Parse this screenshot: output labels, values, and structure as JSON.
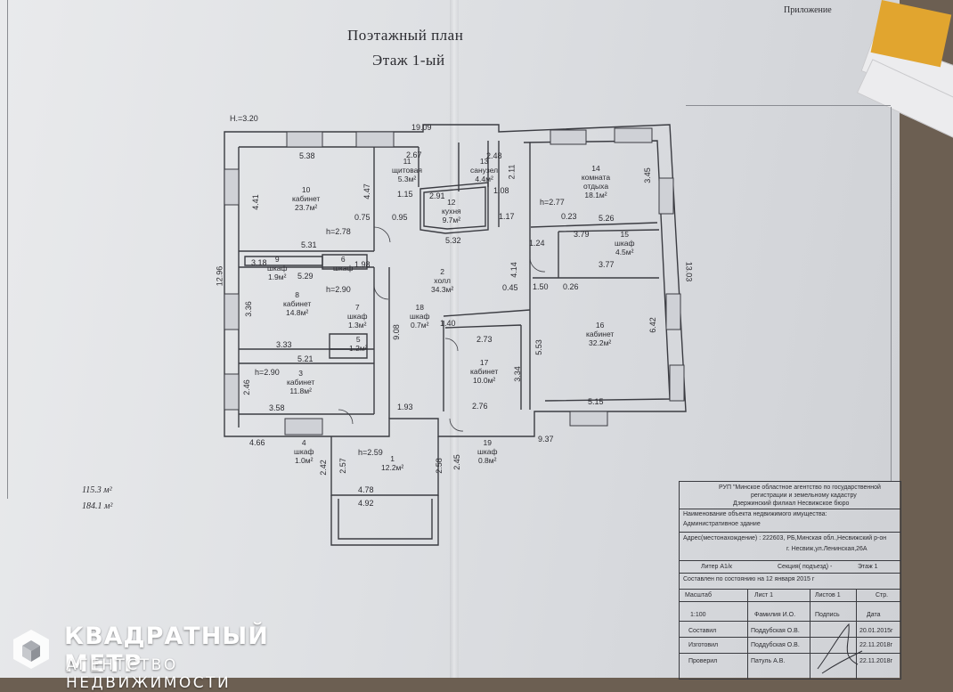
{
  "document": {
    "corner_label": "Приложение",
    "title_line1": "Поэтажный план",
    "title_line2": "Этаж 1-ый",
    "level_mark": "Н.=3.20",
    "total_area_1": "115.3 м²",
    "total_area_2": "184.1 м²"
  },
  "dimensions": {
    "top": "19.09",
    "left": "12.96",
    "right": "13.03",
    "bottom_left": "4.66",
    "bottom_mid": "9.37",
    "r10_w": "5.38",
    "r10_h": "4.41",
    "r10_h2": "4.47",
    "r14_h": "3.45",
    "r14_w": "5.26",
    "d531": "5.31",
    "d529": "5.29",
    "d318": "3.18",
    "d198": "1.98",
    "d336": "3.36",
    "d333": "3.33",
    "d521": "5.21",
    "d246": "2.46",
    "d358": "3.58",
    "d908": "9.08",
    "d193": "1.93",
    "d553": "5.53",
    "d642": "6.42",
    "d515": "5.15",
    "d377": "3.77",
    "d379": "3.79",
    "d273": "2.73",
    "d276": "2.76",
    "d334": "3.34",
    "d414": "4.14",
    "d150": "1.50",
    "d124": "1.24",
    "d478": "4.78",
    "d492": "4.92",
    "d257": "2.57",
    "d258": "2.58",
    "d242": "2.42",
    "d245": "2.45",
    "d277": "h=2.77",
    "d278": "h=2.78",
    "d290a": "h=2.90",
    "d290b": "h=2.90",
    "d259": "h=2.59",
    "d532": "5.32",
    "d291": "2.91",
    "d075": "0.75",
    "d095": "0.95",
    "d115": "1.15",
    "d117": "1.17",
    "d108": "1.08",
    "d248": "2.48",
    "d267": "2.67",
    "d211": "2.11",
    "d045": "0.45",
    "d023": "0.23",
    "d026": "0.26",
    "d140": "1.40"
  },
  "rooms": [
    {
      "num": "10",
      "name": "кабинет",
      "area": "23.7м²"
    },
    {
      "num": "11",
      "name": "щитовая",
      "area": "5.3м²"
    },
    {
      "num": "12",
      "name": "кухня",
      "area": "9.7м²"
    },
    {
      "num": "13",
      "name": "санузел",
      "area": "4.4м²"
    },
    {
      "num": "14",
      "name": "комната отдыха",
      "area": "18.1м²"
    },
    {
      "num": "15",
      "name": "шкаф",
      "area": "4.5м²"
    },
    {
      "num": "9",
      "name": "шкаф",
      "area": "1.9м²"
    },
    {
      "num": "8",
      "name": "кабинет",
      "area": "14.8м²"
    },
    {
      "num": "7",
      "name": "шкаф",
      "area": "1.3м²"
    },
    {
      "num": "6",
      "name": "шкаф",
      "area": ""
    },
    {
      "num": "5",
      "name": "",
      "area": "1.2м²"
    },
    {
      "num": "2",
      "name": "холл",
      "area": "34.3м²"
    },
    {
      "num": "18",
      "name": "шкаф",
      "area": "0.7м²"
    },
    {
      "num": "16",
      "name": "кабинет",
      "area": "32.2м²"
    },
    {
      "num": "17",
      "name": "кабинет",
      "area": "10.0м²"
    },
    {
      "num": "3",
      "name": "кабинет",
      "area": "11.8м²"
    },
    {
      "num": "4",
      "name": "шкаф",
      "area": "1.0м²"
    },
    {
      "num": "1",
      "name": "",
      "area": "12.2м²"
    },
    {
      "num": "19",
      "name": "шкаф",
      "area": "0.8м²"
    }
  ],
  "stamp": {
    "org_line1": "РУП \"Минское областное агентство по государственной",
    "org_line2": "регистрации и земельному кадастру",
    "org_line3": "Дзержинский филиал     Несвижское бюро",
    "object_label": "Наименование объекта недвижимого имущества:",
    "object_value": "Административное здание",
    "address_label": "Адрес(местонахождение) : 222603, РБ,Минская обл.,Несвижский р-он",
    "address_value": "г. Несвиж,ул.Ленинская,26А",
    "liter": "Литер А1/к",
    "section": "Секция( подъезд) -",
    "floor": "Этаж 1",
    "compiled_date": "Составлен по состоянию на     12   января 2015 г",
    "h_scale": "Масштаб",
    "h_sheet": "Лист 1",
    "h_sheets": "Листов 1",
    "h_page": "Стр.",
    "scale_value": "1:100",
    "r1_role": "",
    "r1_name": "Фамилия И.О.",
    "r1_sign": "Подпись",
    "r1_date": "Дата",
    "r2_role": "Составил",
    "r2_name": "Поддубская О.В.",
    "r2_date": "20.01.2015г",
    "r3_role": "Изготовил",
    "r3_name": "Поддубская О.В.",
    "r3_date": "22.11.2018г",
    "r4_role": "Проверил",
    "r4_name": "Патуль А.В.",
    "r4_date": "22.11.2018г"
  },
  "watermark": {
    "name": "КВАДРАТНЫЙ МЕТР",
    "subtitle": "АГЕНТСТВО НЕДВИЖИМОСТИ"
  }
}
